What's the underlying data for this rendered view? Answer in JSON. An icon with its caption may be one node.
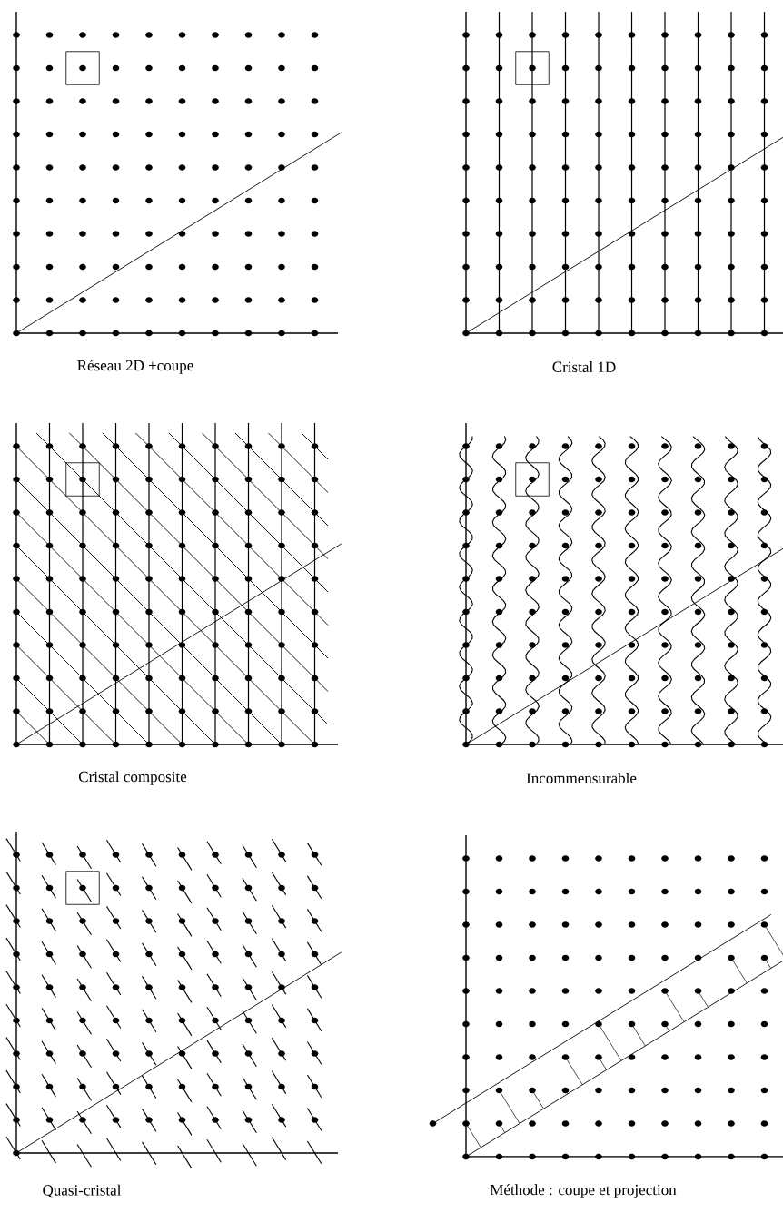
{
  "diagram": {
    "labels": [
      "Réseau 2D +coupe",
      "Cristal 1D",
      "Cristal composite",
      "Incommensurable",
      "Quasi-cristal",
      "Méthode : coupe et projection"
    ]
  }
}
